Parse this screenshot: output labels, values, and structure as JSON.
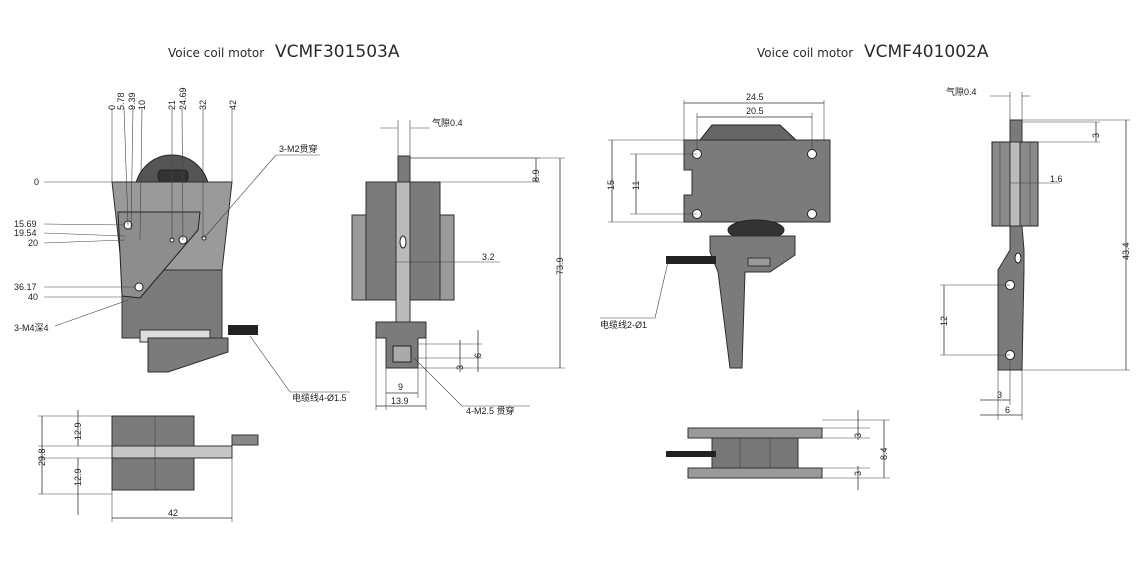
{
  "left": {
    "title_prefix": "Voice coil motor",
    "title_model": "VCMF301503A",
    "front": {
      "top_ticks": [
        "0",
        "5.78",
        "9.39",
        "10",
        "21",
        "24.69",
        "32",
        "42"
      ],
      "left_ticks": [
        "0",
        "15.69",
        "19.54",
        "20",
        "36.17",
        "40"
      ],
      "note_m2": "3-M2贯穿",
      "note_m4": "3-M4深4",
      "note_cable": "电缆线4-Ø1.5"
    },
    "side": {
      "gap": "气隙0.4",
      "dims": [
        "8.9",
        "3.2",
        "73.9",
        "6",
        "3",
        "9",
        "13.9"
      ],
      "note_m25": "4-M2.5 贯穿"
    },
    "bottom": {
      "dims": [
        "12.9",
        "29.8",
        "12.9",
        "42"
      ]
    }
  },
  "right": {
    "title_prefix": "Voice coil motor",
    "title_model": "VCMF401002A",
    "front": {
      "dims": [
        "24.5",
        "20.5",
        "15",
        "11"
      ],
      "note_cable": "电缆线2-Ø1"
    },
    "side": {
      "gap": "气隙0.4",
      "dims": [
        "3",
        "1.6",
        "43.4",
        "12",
        "3",
        "6"
      ]
    },
    "bottom": {
      "dims": [
        "3",
        "8.4",
        "3"
      ]
    }
  }
}
